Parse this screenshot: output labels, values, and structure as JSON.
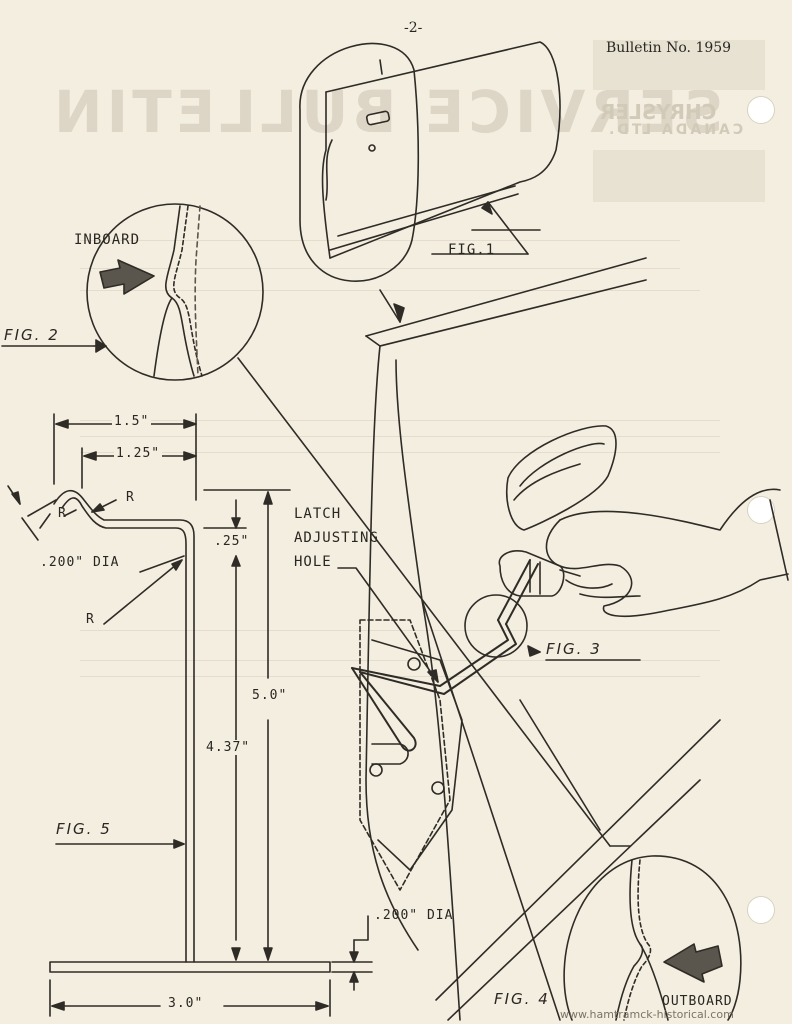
{
  "header": {
    "page_number": "-2-",
    "bulletin": "Bulletin No. 1959"
  },
  "bleed_through": {
    "title_mirrored": "SERVICE BULLETIN",
    "brand_mirrored": "CHRYSLER",
    "subbrand_mirrored": "CANADA LTD."
  },
  "figures": {
    "fig1": "FIG.1",
    "fig2": "FIG. 2",
    "fig3": "FIG. 3",
    "fig4": "FIG. 4",
    "fig5": "FIG. 5"
  },
  "callouts": {
    "inboard": "INBOARD",
    "outboard": "OUTBOARD",
    "latch_line1": "LATCH",
    "latch_line2": "ADJUSTING",
    "latch_line3": "HOLE"
  },
  "dimensions": {
    "d_1_5": "1.5\"",
    "d_1_25": "1.25\"",
    "d_25": ".25\"",
    "d_5_0": "5.0\"",
    "d_4_37": "4.37\"",
    "d_dia_top": ".200\" DIA",
    "d_dia_bottom": ".200\" DIA",
    "d_3_0": "3.0\"",
    "r1": "R",
    "r2": "R",
    "r3": "R"
  },
  "watermark": "www.hamtramck-historical.com"
}
